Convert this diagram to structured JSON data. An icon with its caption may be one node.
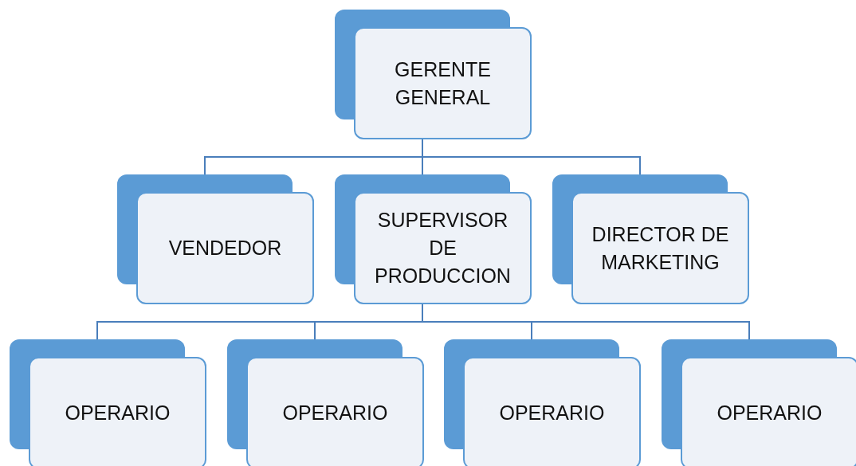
{
  "diagram": {
    "nodes": [
      {
        "text": [
          "GERENTE GENERAL"
        ]
      },
      {
        "text": [
          "VENDEDOR"
        ]
      },
      {
        "text": [
          "SUPERVISOR DE PRODUCCION"
        ]
      },
      {
        "text": [
          "DIRECTOR DE MARKETING"
        ]
      },
      {
        "text": [
          "OPERARIO"
        ]
      },
      {
        "text": [
          "OPERARIO"
        ]
      },
      {
        "text": [
          "OPERARIO"
        ]
      },
      {
        "text": [
          "OPERARIO"
        ]
      }
    ],
    "edges": [
      {
        "from": 0,
        "to": 1,
        "arrow": "none"
      },
      {
        "from": 0,
        "to": 2,
        "arrow": "none"
      },
      {
        "from": 0,
        "to": 3,
        "arrow": "none"
      },
      {
        "from": 2,
        "to": 4,
        "arrow": "none"
      },
      {
        "from": 2,
        "to": 5,
        "arrow": "none"
      },
      {
        "from": 2,
        "to": 6,
        "arrow": "none"
      },
      {
        "from": 2,
        "to": 7,
        "arrow": "none"
      }
    ]
  }
}
